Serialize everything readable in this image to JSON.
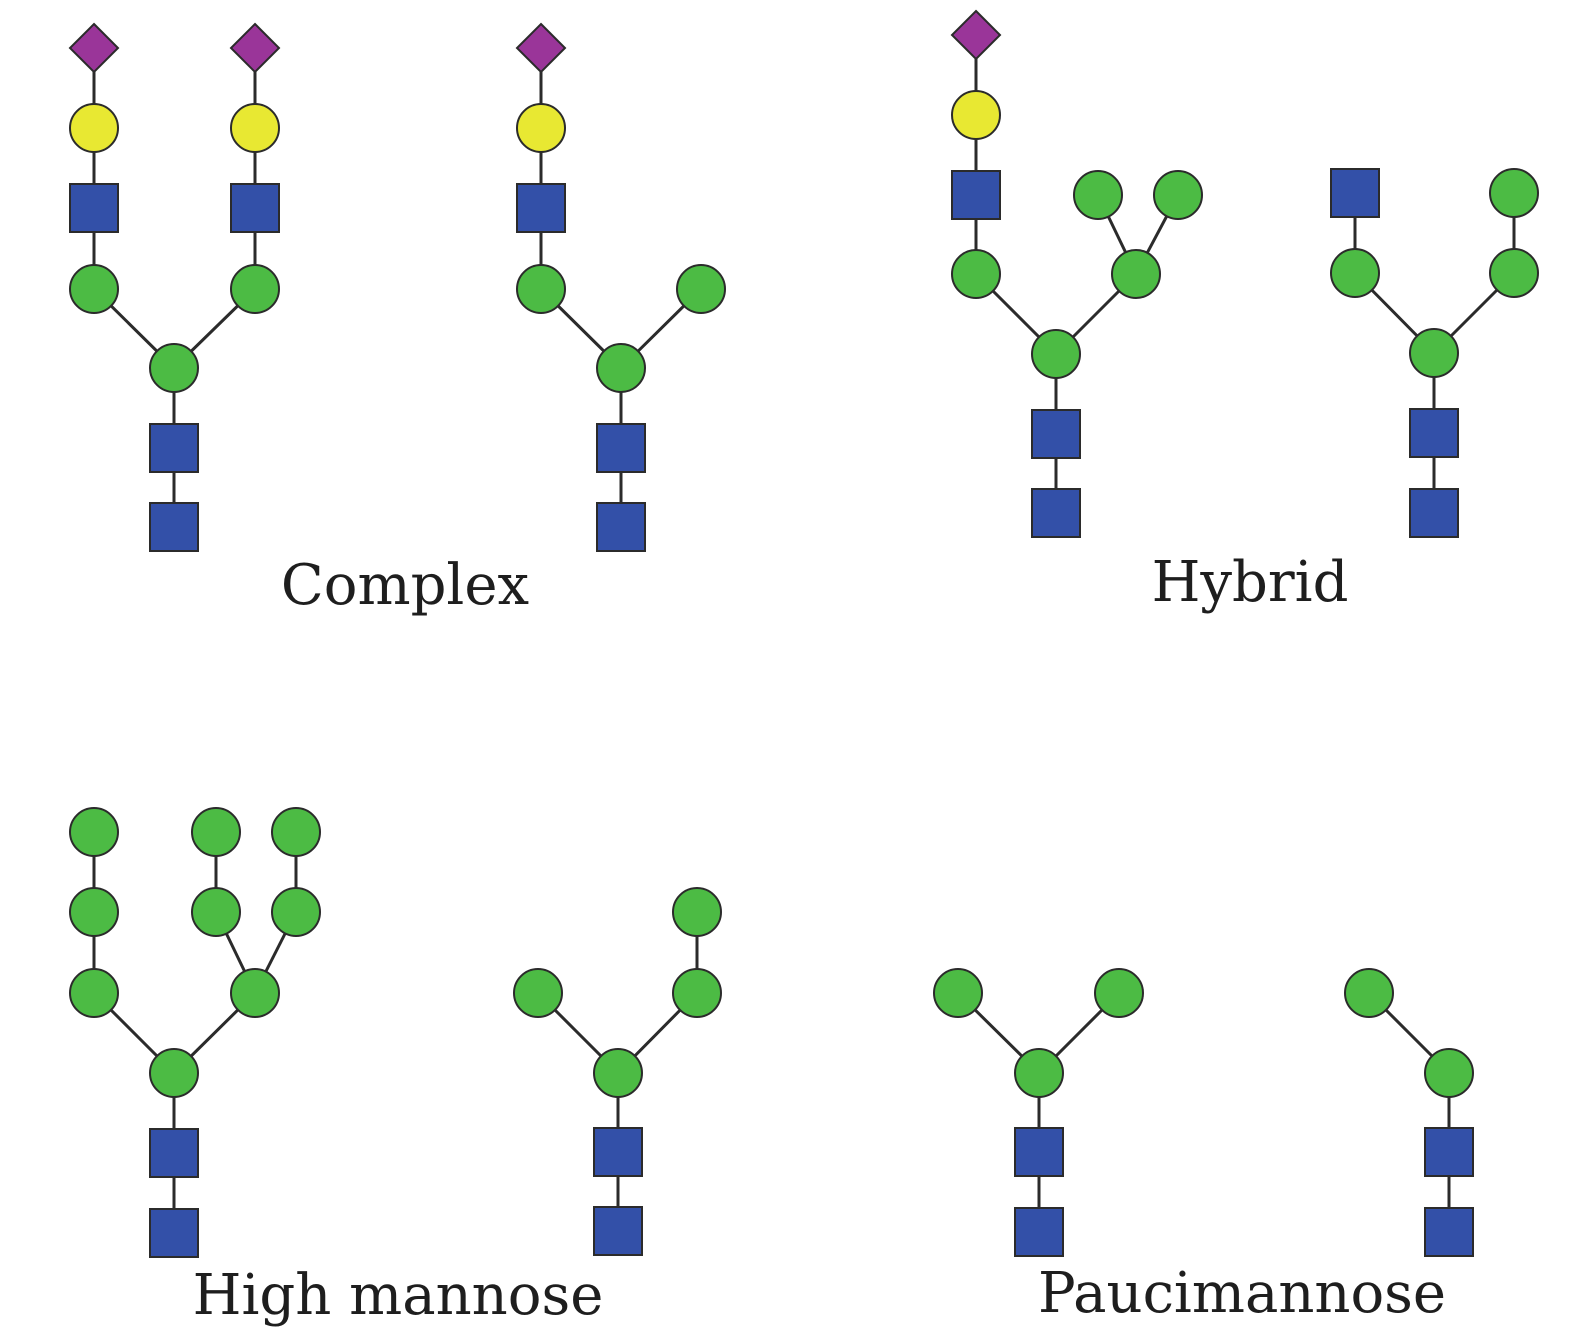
{
  "colors": {
    "mannose": "#4cbb44",
    "galactose": "#e8e832",
    "glcnac": "#3350a8",
    "sialic_acid": "#9a3599",
    "outline": "#2b2b2b",
    "label_text": "#1e1e1e"
  },
  "legend_shapes": {
    "circle_green": "mannose-circle-icon",
    "circle_yellow": "galactose-circle-icon",
    "square_blue": "glcnac-square-icon",
    "diamond_purple": "sialic-acid-diamond-icon"
  },
  "groups": [
    {
      "id": "complex",
      "label": "Complex",
      "structures": [
        "complex-biantennary-sialylated",
        "complex-monoantennary-sialylated"
      ]
    },
    {
      "id": "hybrid",
      "label": "Hybrid",
      "structures": [
        "hybrid-sialylated",
        "hybrid-glcnac"
      ]
    },
    {
      "id": "high-mannose",
      "label": "High mannose",
      "structures": [
        "high-mannose-man9",
        "high-mannose-man4"
      ]
    },
    {
      "id": "paucimannose",
      "label": "Paucimannose",
      "structures": [
        "paucimannose-man3",
        "paucimannose-man2"
      ]
    }
  ]
}
